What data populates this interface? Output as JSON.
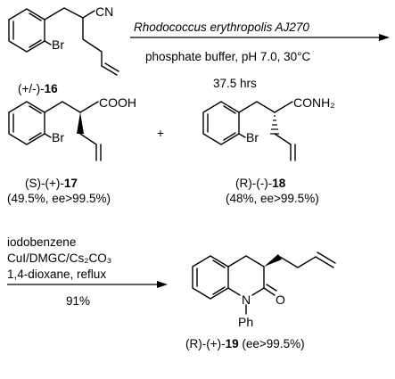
{
  "step1": {
    "reagent": "Rhodococcus erythropolis AJ270",
    "conditions": "phosphate buffer, pH 7.0, 30°C",
    "time": "37.5 hrs"
  },
  "step2": {
    "line1": "iodobenzene",
    "line2": "CuI/DMGC/Cs₂CO₃",
    "line3": "1,4-dioxane, reflux",
    "yield": "91%"
  },
  "compounds": {
    "c16": {
      "prefix": "(+/-)-",
      "number": "16",
      "substituent_br": "Br",
      "group": "CN"
    },
    "c17": {
      "prefix": "(S)-(+)-",
      "number": "17",
      "detail": "(49.5%, ee>99.5%)",
      "substituent_br": "Br",
      "group": "COOH"
    },
    "c18": {
      "prefix": "(R)-(-)-",
      "number": "18",
      "detail": "(48%, ee>99.5%)",
      "substituent_br": "Br",
      "group": "CONH₂"
    },
    "c19": {
      "prefix": "(R)-(+)-",
      "number": "19",
      "detail": "(ee>99.5%)",
      "atom_n": "N",
      "atom_o": "O",
      "group_ph": "Ph"
    }
  },
  "plus_sign": "+",
  "colors": {
    "ink": "#000000",
    "background": "#ffffff"
  }
}
